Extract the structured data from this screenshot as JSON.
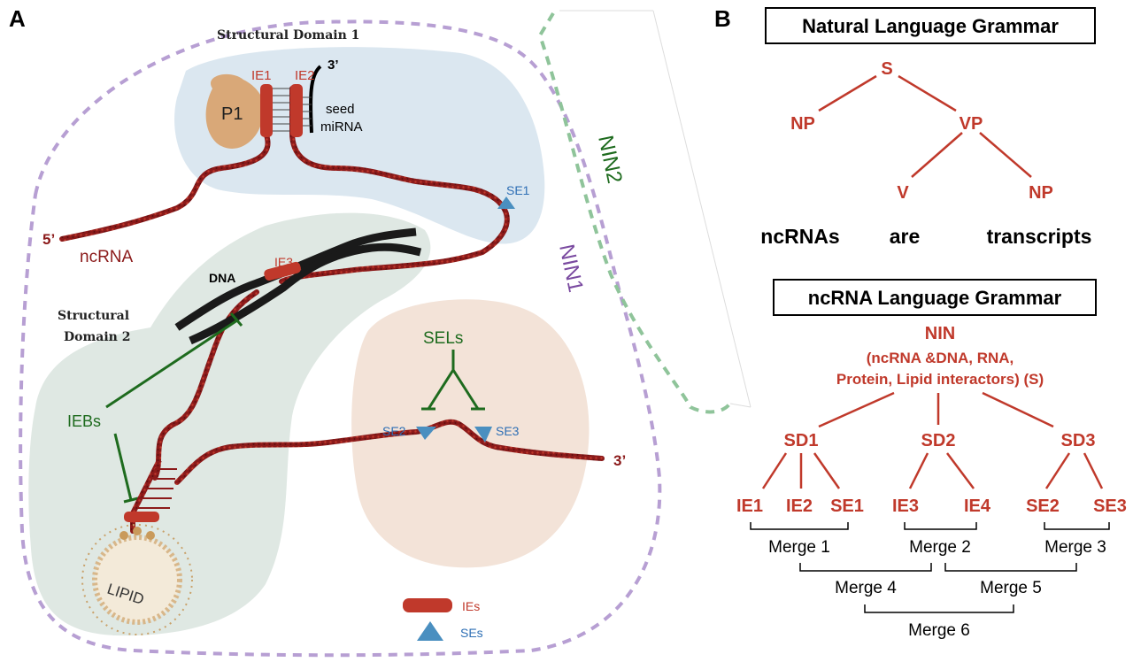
{
  "colors": {
    "red": "#c0392b",
    "dark_red": "#8b1a1a",
    "green": "#1e6b1e",
    "blue": "#2e6fb5",
    "purple": "#b79fd3",
    "light_green_dash": "#8fc49a",
    "domain1_fill": "#dbe7f0",
    "domain2_fill": "#dfe8e3",
    "domain3_fill": "#f3e3d8"
  },
  "panel_a": {
    "label": "A",
    "domain1_title": "Structural Domain 1",
    "domain2_title_line1": "Structural",
    "domain2_title_line2": "Domain 2",
    "p1": "P1",
    "ie1": "IE1",
    "ie2": "IE2",
    "ie3": "IE3",
    "three_prime_top": "3’",
    "seed": "seed",
    "mirna": "miRNA",
    "five_prime": "5’",
    "ncrna": "ncRNA",
    "se1": "SE1",
    "se2": "SE2",
    "se3": "SE3",
    "sels": "SELs",
    "iebs": "IEBs",
    "dna": "DNA",
    "lipid": "LIPID",
    "three_prime_end": "3’",
    "nin1": "NIN1",
    "nin2": "NIN2",
    "legend_ies": "IEs",
    "legend_ses": "SEs"
  },
  "panel_b": {
    "label": "B",
    "natural_title": "Natural Language Grammar",
    "nat_s": "S",
    "nat_np1": "NP",
    "nat_vp": "VP",
    "nat_v": "V",
    "nat_np2": "NP",
    "word1": "ncRNAs",
    "word2": "are",
    "word3": "transcripts",
    "ncrna_title": "ncRNA Language Grammar",
    "nin": "NIN",
    "nin_line2": "(ncRNA &DNA, RNA,",
    "nin_line3": "Protein, Lipid interactors) (S)",
    "sd1": "SD1",
    "sd2": "SD2",
    "sd3": "SD3",
    "ie1": "IE1",
    "ie2": "IE2",
    "se1": "SE1",
    "ie3": "IE3",
    "ie4": "IE4",
    "se2": "SE2",
    "se3": "SE3",
    "merge1": "Merge 1",
    "merge2": "Merge 2",
    "merge3": "Merge 3",
    "merge4": "Merge 4",
    "merge5": "Merge 5",
    "merge6": "Merge 6"
  }
}
